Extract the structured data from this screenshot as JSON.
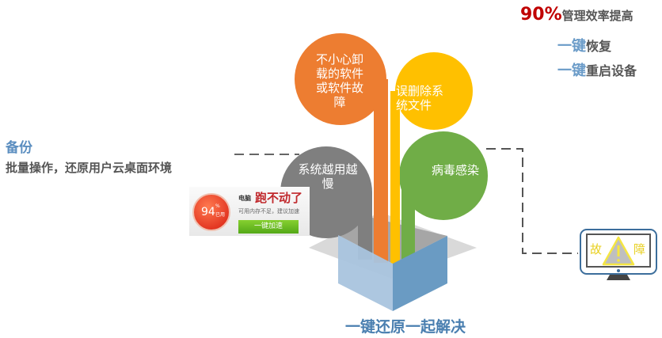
{
  "top_right": {
    "percent": "90%",
    "percent_text": "管理效率提高",
    "line2_key": "一键",
    "line2_text": "恢复",
    "line3_key": "一键",
    "line3_text": "重启设备"
  },
  "left": {
    "title": "备份",
    "subtitle": "批量操作，还原用户云桌面环境"
  },
  "bubbles": {
    "orange": "不小心卸载的软件或软件故障",
    "yellow": "误删除系统文件",
    "gray": "系统越用越慢",
    "green": "病毒感染"
  },
  "popup": {
    "percent": "94",
    "percent_unit": "%",
    "used": "已用",
    "brand": "电脑",
    "headline": "跑不动了",
    "message": "可用内存不足，建议加速",
    "button": "一键加速"
  },
  "monitor": {
    "left_char": "故",
    "right_char": "障"
  },
  "caption": "一键还原一起解决",
  "colors": {
    "orange": "#ed7d31",
    "yellow": "#ffc000",
    "gray": "#7f7f7f",
    "green": "#70ad47",
    "blue": "#5b8ec0",
    "red": "#c00000"
  }
}
